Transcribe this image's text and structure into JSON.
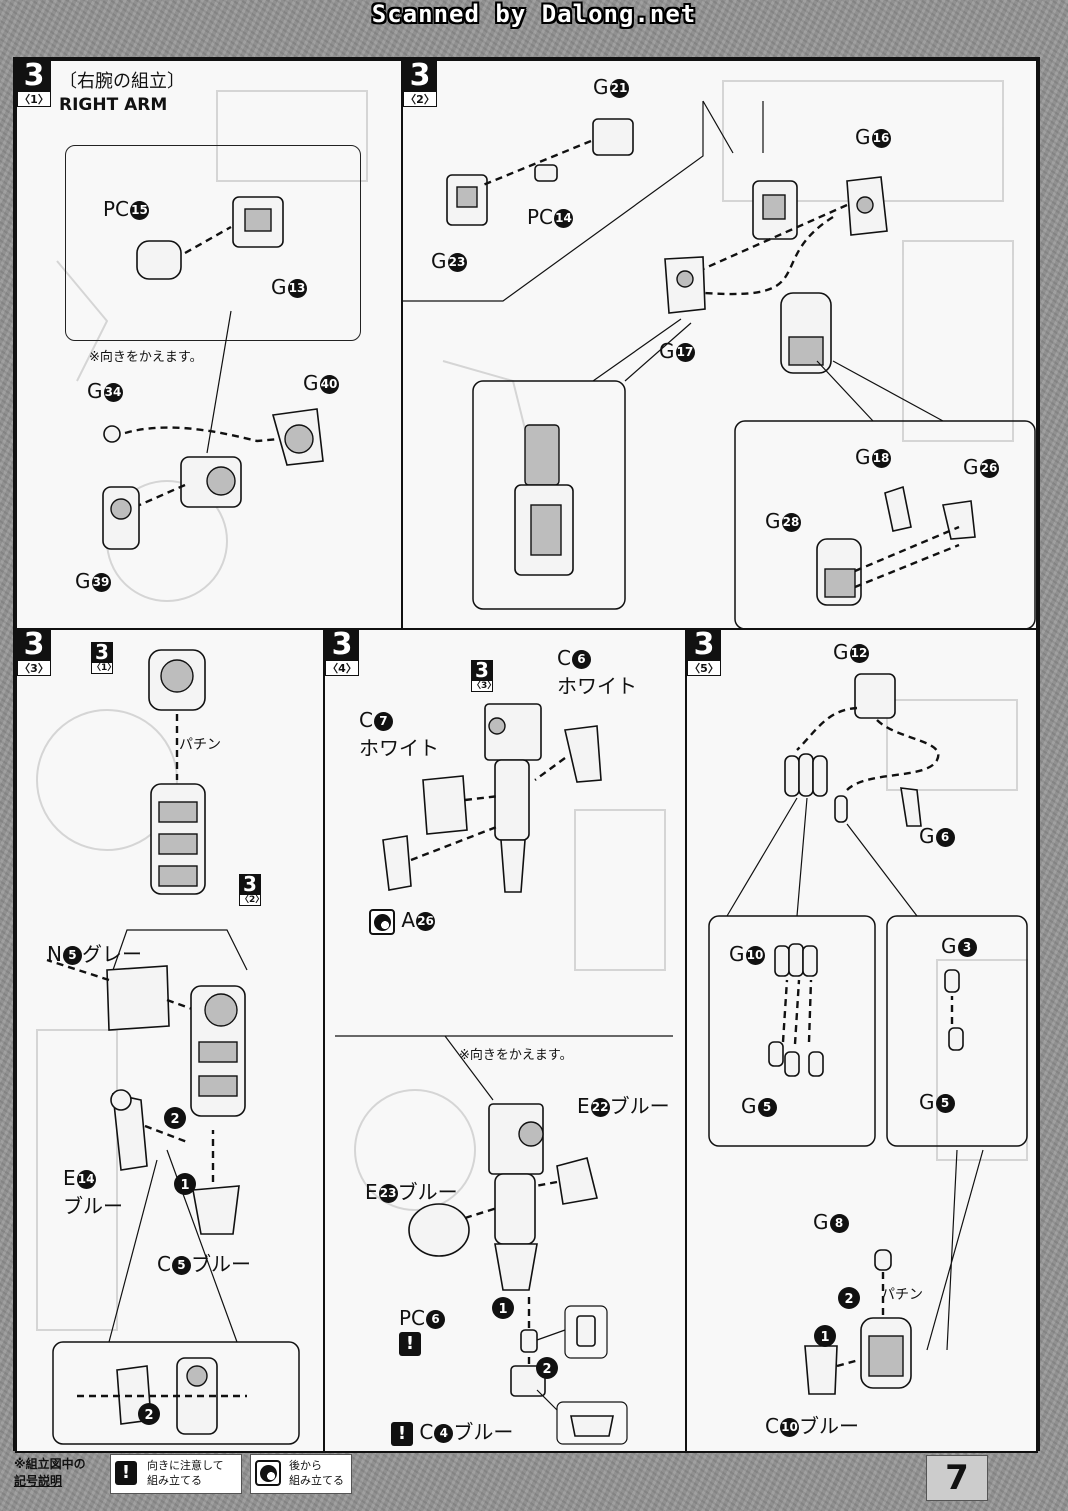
{
  "scan_header": "Scanned by Dalong.net",
  "page_number": "7",
  "sections": {
    "s1": {
      "step": "3",
      "sub": "〈1〉",
      "title_jp": "〔右腕の組立〕",
      "title_en": "RIGHT ARM",
      "note": "※向きをかえます。",
      "labels": {
        "pc15": "PC",
        "g13": "G",
        "g34": "G",
        "g40": "G",
        "g39": "G"
      },
      "nums": {
        "pc15": "15",
        "g13": "13",
        "g34": "34",
        "g40": "40",
        "g39": "39"
      }
    },
    "s2": {
      "step": "3",
      "sub": "〈2〉",
      "labels": {
        "g21": "G",
        "pc14": "PC",
        "g23": "G",
        "g16": "G",
        "g17": "G",
        "g18": "G",
        "g26": "G",
        "g28": "G"
      },
      "nums": {
        "g21": "21",
        "pc14": "14",
        "g23": "23",
        "g16": "16",
        "g17": "17",
        "g18": "18",
        "g26": "26",
        "g28": "28"
      }
    },
    "s3": {
      "step": "3",
      "sub": "〈3〉",
      "ref_top": {
        "step": "3",
        "sub": "〈1〉"
      },
      "ref_bottom": {
        "step": "3",
        "sub": "〈2〉"
      },
      "snap": "パチン",
      "n5": "N",
      "n5_num": "5",
      "n5_color": "グレー",
      "e14": "E",
      "e14_num": "14",
      "e14_color": "ブルー",
      "c5": "C",
      "c5_num": "5",
      "c5_color": "ブルー",
      "order": [
        "1",
        "2",
        "2"
      ]
    },
    "s4": {
      "step": "3",
      "sub": "〈4〉",
      "ref": {
        "step": "3",
        "sub": "〈3〉"
      },
      "c6": "C",
      "c6_num": "6",
      "c6_color": "ホワイト",
      "c7": "C",
      "c7_num": "7",
      "c7_color": "ホワイト",
      "a26": "A",
      "a26_num": "26",
      "note": "※向きをかえます。",
      "e22": "E",
      "e22_num": "22",
      "e22_color": "ブルー",
      "e23": "E",
      "e23_num": "23",
      "e23_color": "ブルー",
      "pc6": "PC",
      "pc6_num": "6",
      "c4": "C",
      "c4_num": "4",
      "c4_color": "ブルー",
      "order": [
        "1",
        "2"
      ]
    },
    "s5": {
      "step": "3",
      "sub": "〈5〉",
      "g12": "G",
      "g12_num": "12",
      "g6": "G",
      "g6_num": "6",
      "g10": "G",
      "g10_num": "10",
      "g5a": "G",
      "g5a_num": "5",
      "g3": "G",
      "g3_num": "3",
      "g5b": "G",
      "g5b_num": "5",
      "g8": "G",
      "g8_num": "8",
      "snap": "パチン",
      "c10": "C",
      "c10_num": "10",
      "c10_color": "ブルー",
      "order": [
        "2",
        "1"
      ]
    }
  },
  "legend": {
    "title_line1": "※組立図中の",
    "title_line2": "記号説明",
    "caution_icon": "!",
    "caution_line1": "向きに注意して",
    "caution_line2": "組み立てる",
    "rear_line1": "後から",
    "rear_line2": "組み立てる"
  },
  "colors": {
    "panel_border": "#111111",
    "scan_gray": "#939393",
    "badge_black": "#111111"
  }
}
